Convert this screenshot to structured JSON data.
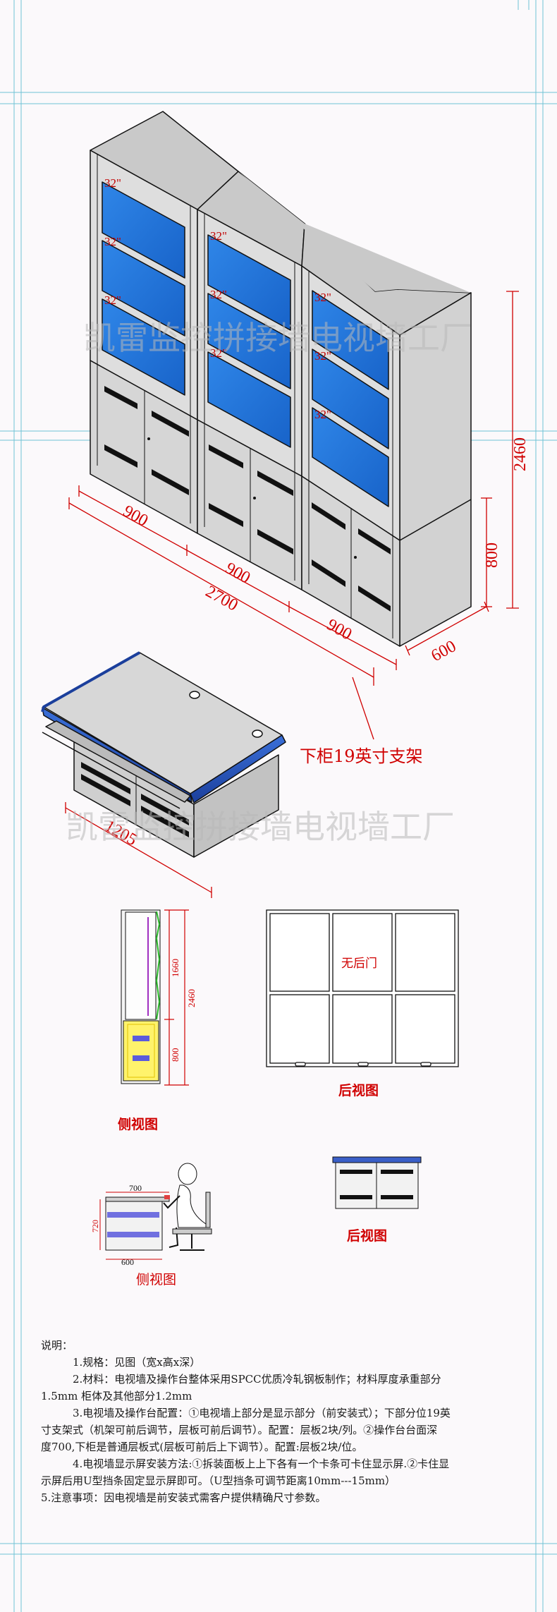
{
  "watermark": "凯雷监控拼接墙电视墙工厂",
  "tv_wall": {
    "screen_labels": [
      "32\"",
      "32\"",
      "32\"",
      "32\"",
      "32\"",
      "32\"",
      "32\"",
      "32\"",
      "32\""
    ],
    "dims": {
      "w1": "900",
      "w2": "900",
      "w3": "900",
      "total": "2700",
      "depth": "600",
      "height": "2460",
      "lower": "800"
    }
  },
  "console": {
    "width": "1205",
    "label": "下柜19英寸支架"
  },
  "side_view": {
    "d1": "1660",
    "d2": "800",
    "total": "2460",
    "caption": "侧视图"
  },
  "rear_view": {
    "text": "无后门",
    "caption": "后视图"
  },
  "console_side": {
    "d_top": "700",
    "d_h": "720",
    "d_bottom": "600",
    "caption": "侧视图"
  },
  "console_rear": {
    "caption": "后视图"
  },
  "notes": {
    "title": "说明：",
    "l1": "1.规格：见图（宽x高x深）",
    "l2a": "2.材料：电视墙及操作台整体采用SPCC优质冷轧钢板制作；材料厚度承重部分",
    "l2b": "1.5mm  柜体及其他部分1.2mm",
    "l3a": "3.电视墙及操作台配置：①电视墙上部分是显示部分（前安装式）；下部分位19英",
    "l3b": "寸支架式（机架可前后调节，层板可前后调节）。配置：层板2块/列。②操作台台面深",
    "l3c": "度700,下柜是普通层板式(层板可前后上下调节）。配置:层板2块/位。",
    "l4a": "4.电视墙显示屏安装方法:①拆装面板上上下各有一个卡条可卡住显示屏.②卡住显",
    "l4b": "示屏后用U型挡条固定显示屏即可。（U型挡条可调节距离10mm---15mm）",
    "l5": "5.注意事项：因电视墙是前安装式需客户提供精确尺寸参数。"
  }
}
